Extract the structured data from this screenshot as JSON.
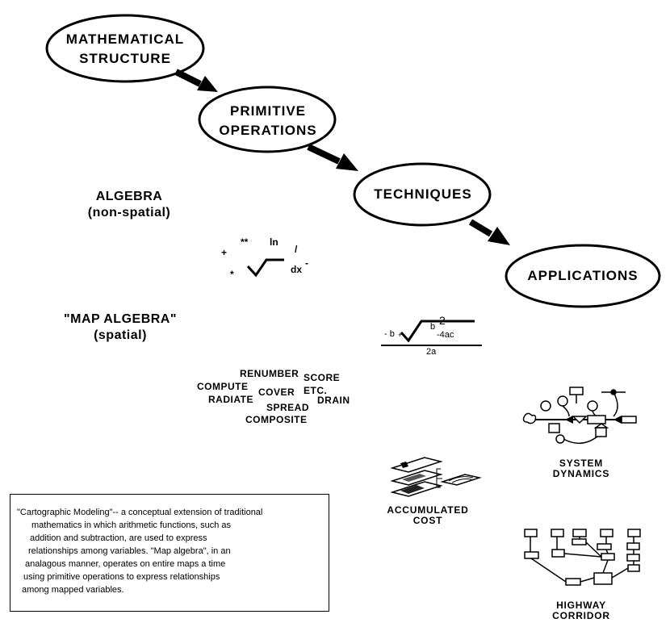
{
  "nodes": [
    {
      "id": "mathematical-structure",
      "label": "MATHEMATICAL\nSTRUCTURE"
    },
    {
      "id": "primitive-operations",
      "label": "PRIMITIVE\nOPERATIONS"
    },
    {
      "id": "techniques",
      "label": "TECHNIQUES"
    },
    {
      "id": "applications",
      "label": "APPLICATIONS"
    }
  ],
  "edges": [
    {
      "from": "mathematical-structure",
      "to": "primitive-operations"
    },
    {
      "from": "primitive-operations",
      "to": "techniques"
    },
    {
      "from": "techniques",
      "to": "applications"
    }
  ],
  "algebra_label": {
    "title": "ALGEBRA",
    "subtitle": "(non-spatial)"
  },
  "map_algebra_label": {
    "title": "\"MAP ALGEBRA\"",
    "subtitle": "(spatial)"
  },
  "operator_symbols": {
    "plus": "+",
    "power": "**",
    "ln": "ln",
    "divide": "/",
    "multiply": "*",
    "dx": "dx",
    "minus": "-"
  },
  "quadratic_formula": {
    "numerator_left": "- b",
    "plus_minus": "+-",
    "b_squared_exp": "2",
    "b_term": "b",
    "rest": "-4ac",
    "denominator": "2a"
  },
  "map_operations": [
    "RENUMBER",
    "SCORE",
    "COMPUTE",
    "COVER",
    "ETC.",
    "RADIATE",
    "DRAIN",
    "SPREAD",
    "COMPOSITE"
  ],
  "examples": {
    "accumulated_cost": "ACCUMULATED\nCOST",
    "system_dynamics": "SYSTEM\nDYNAMICS",
    "highway_corridor": "HIGHWAY\nCORRIDOR"
  },
  "definition_lines": [
    "\"Cartographic Modeling\"-- a conceptual extension of traditional",
    "mathematics in which arithmetic functions, such as",
    "addition and subtraction, are used to express",
    "relationships among variables.  \"Map algebra\", in an",
    "analagous manner, operates on entire maps a time",
    "using primitive operations to express relationships",
    "among mapped variables."
  ]
}
